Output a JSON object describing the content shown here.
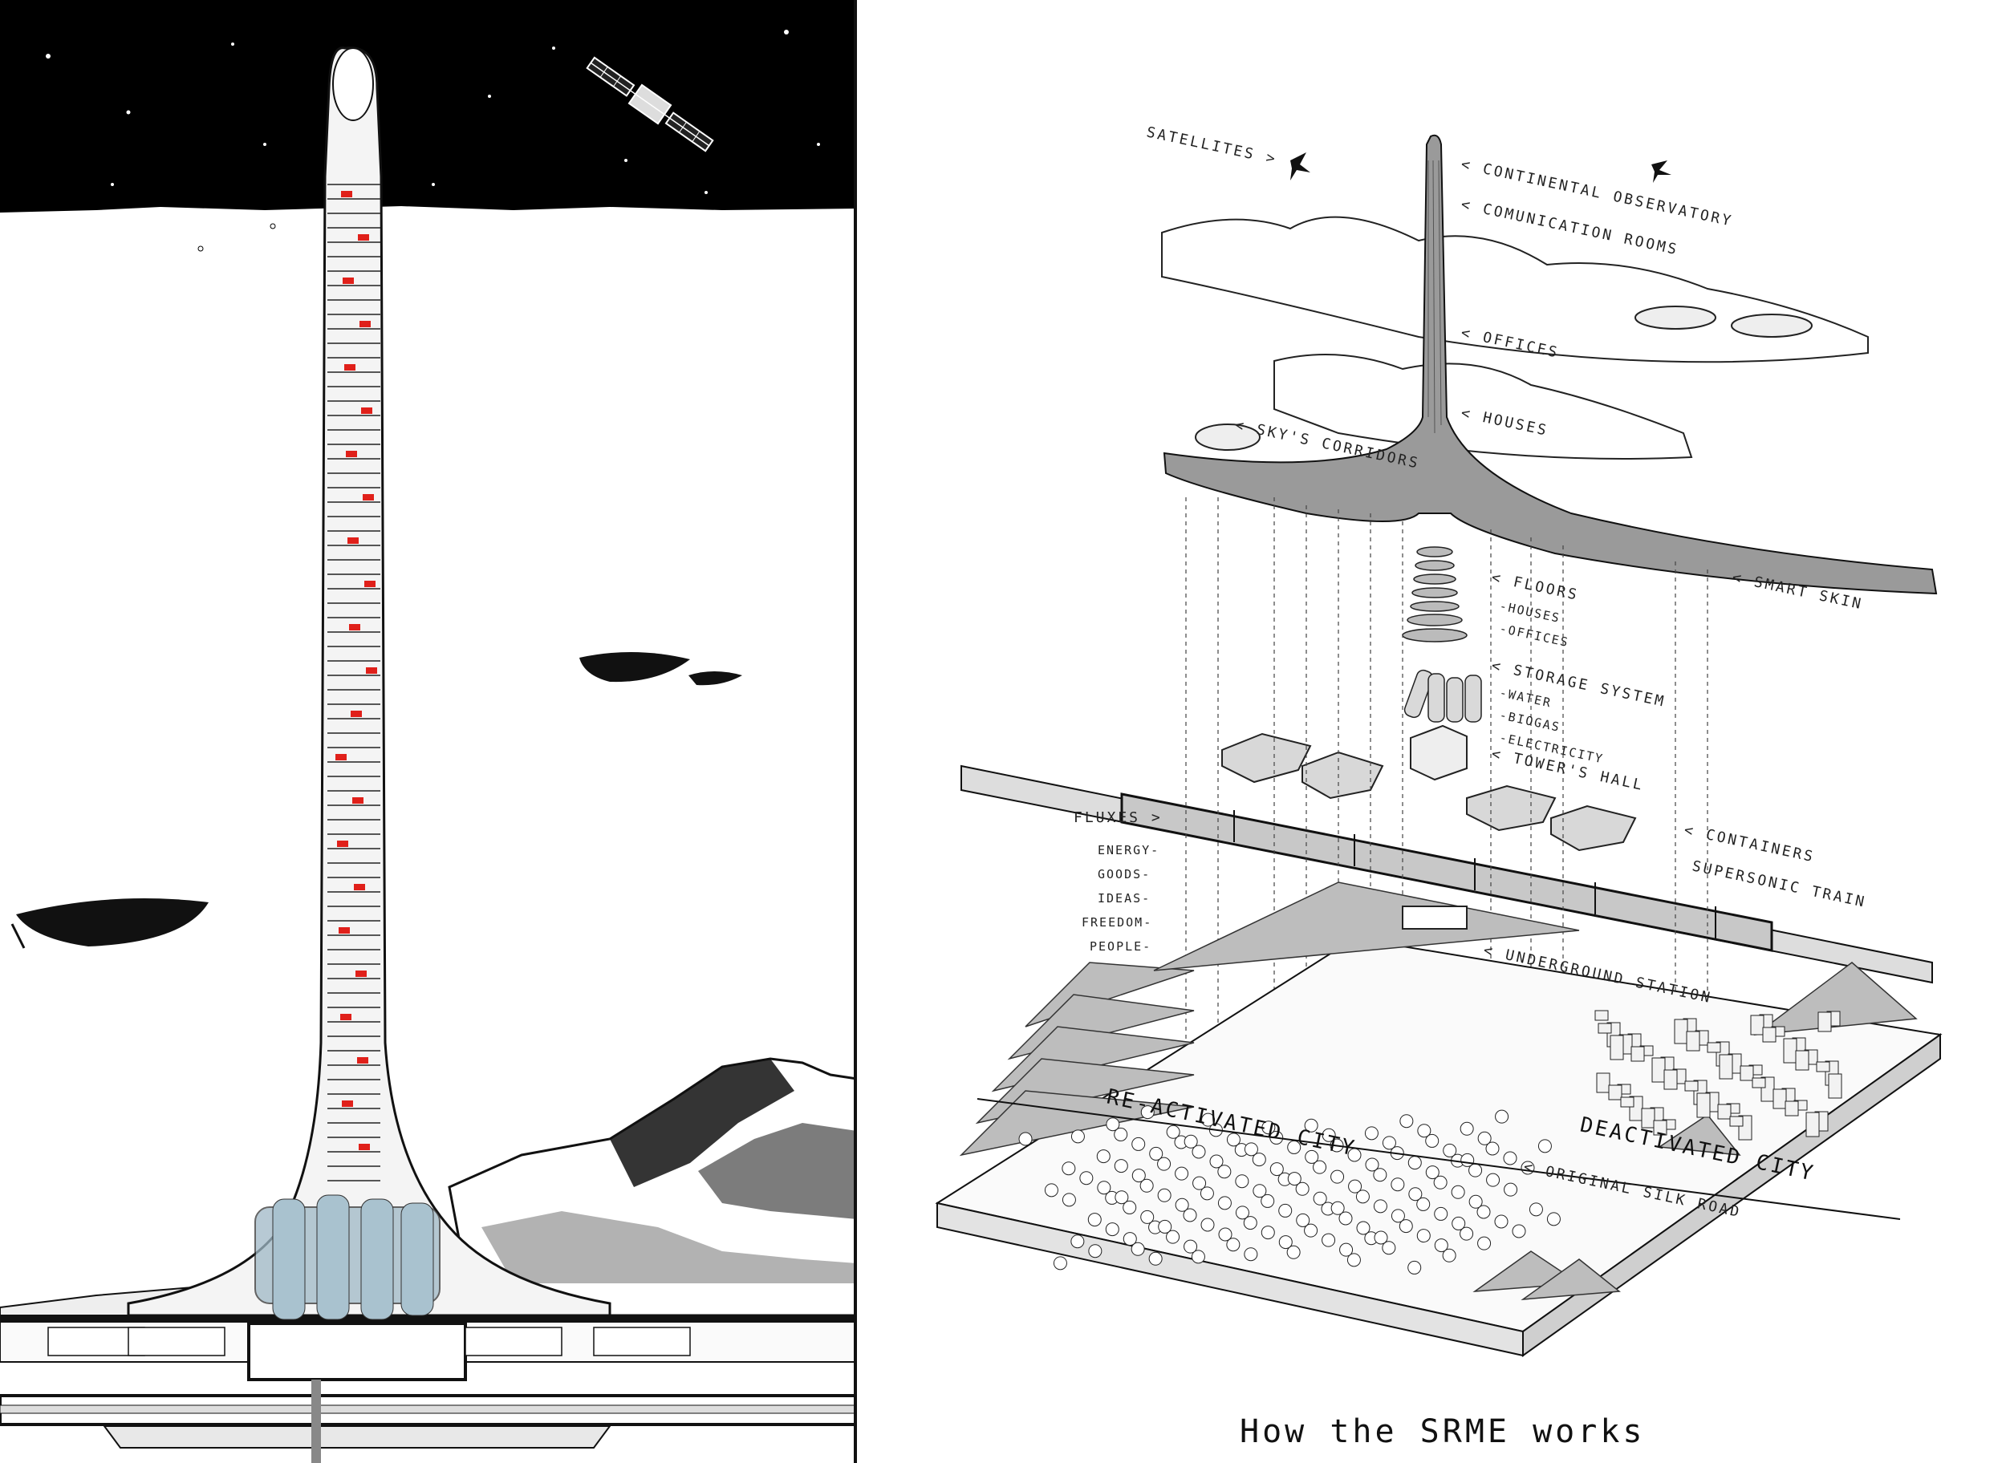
{
  "caption": "How the SRME works",
  "labels": {
    "satellites": "SATELLITES >",
    "continental_observatory": "< CONTINENTAL OBSERVATORY",
    "comunication_rooms": "< COMUNICATION ROOMS",
    "offices": "< OFFICES",
    "houses": "< HOUSES",
    "skys_corridors": "< SKY'S CORRIDORS",
    "smart_skin": "< SMART SKIN",
    "floors": "< FLOORS",
    "floors_sub": [
      "-HOUSES",
      "-OFFICES"
    ],
    "storage_system": "< STORAGE SYSTEM",
    "storage_sub": [
      "-WATER",
      "-BIOGAS",
      "-ELECTRICITY"
    ],
    "towers_hall": "< TOWER'S HALL",
    "containers": "< CONTAINERS",
    "supersonic_train": "SUPERSONIC TRAIN",
    "fluxes": "FLUXES >",
    "fluxes_items": [
      "ENERGY-",
      "GOODS-",
      "IDEAS-",
      "FREEDOM-",
      "PEOPLE-"
    ],
    "underground_station": "< UNDERGROUND STATION",
    "reactivated_city": "RE-ACTIVATED CITY",
    "deactivated_city": "DEACTIVATED CITY",
    "original_silk_road": "< ORIGINAL SILK ROAD"
  },
  "colors": {
    "night_sky": "#000000",
    "accent_red": "#e0201a",
    "glass_blue": "#9fb8c6",
    "ink": "#111111",
    "surface_grey": "#cfcfcf"
  }
}
